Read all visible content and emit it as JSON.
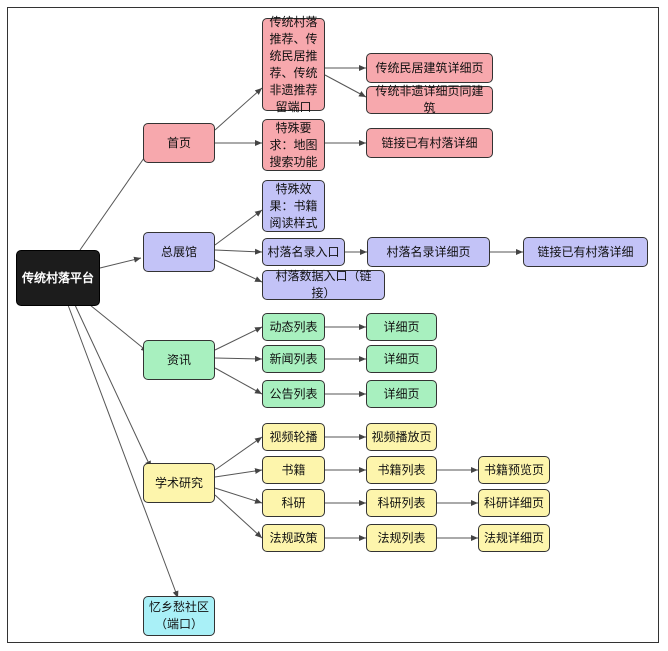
{
  "nodes": {
    "root": "传统村落平台",
    "home": "首页",
    "home_rec": "传统村落推荐、传统民居推荐、传统非遗推荐留端口",
    "home_rec_a": "传统民居建筑详细页",
    "home_rec_b": "传统非遗详细页同建筑",
    "home_map": "特殊要求：地图搜索功能",
    "home_map_link": "链接已有村落详细",
    "museum": "总展馆",
    "museum_book": "特殊效果：书籍阅读样式",
    "museum_list": "村落名录入口",
    "museum_list_detail": "村落名录详细页",
    "museum_list_link": "链接已有村落详细",
    "museum_data": "村落数据入口（链接）",
    "news": "资讯",
    "news_dyn": "动态列表",
    "news_dyn_detail": "详细页",
    "news_press": "新闻列表",
    "news_press_detail": "详细页",
    "news_notice": "公告列表",
    "news_notice_detail": "详细页",
    "research": "学术研究",
    "res_video": "视频轮播",
    "res_video_play": "视频播放页",
    "res_books": "书籍",
    "res_books_list": "书籍列表",
    "res_books_preview": "书籍预览页",
    "res_sci": "科研",
    "res_sci_list": "科研列表",
    "res_sci_detail": "科研详细页",
    "res_law": "法规政策",
    "res_law_list": "法规列表",
    "res_law_detail": "法规详细页",
    "community": "忆乡愁社区\n（端口）"
  }
}
